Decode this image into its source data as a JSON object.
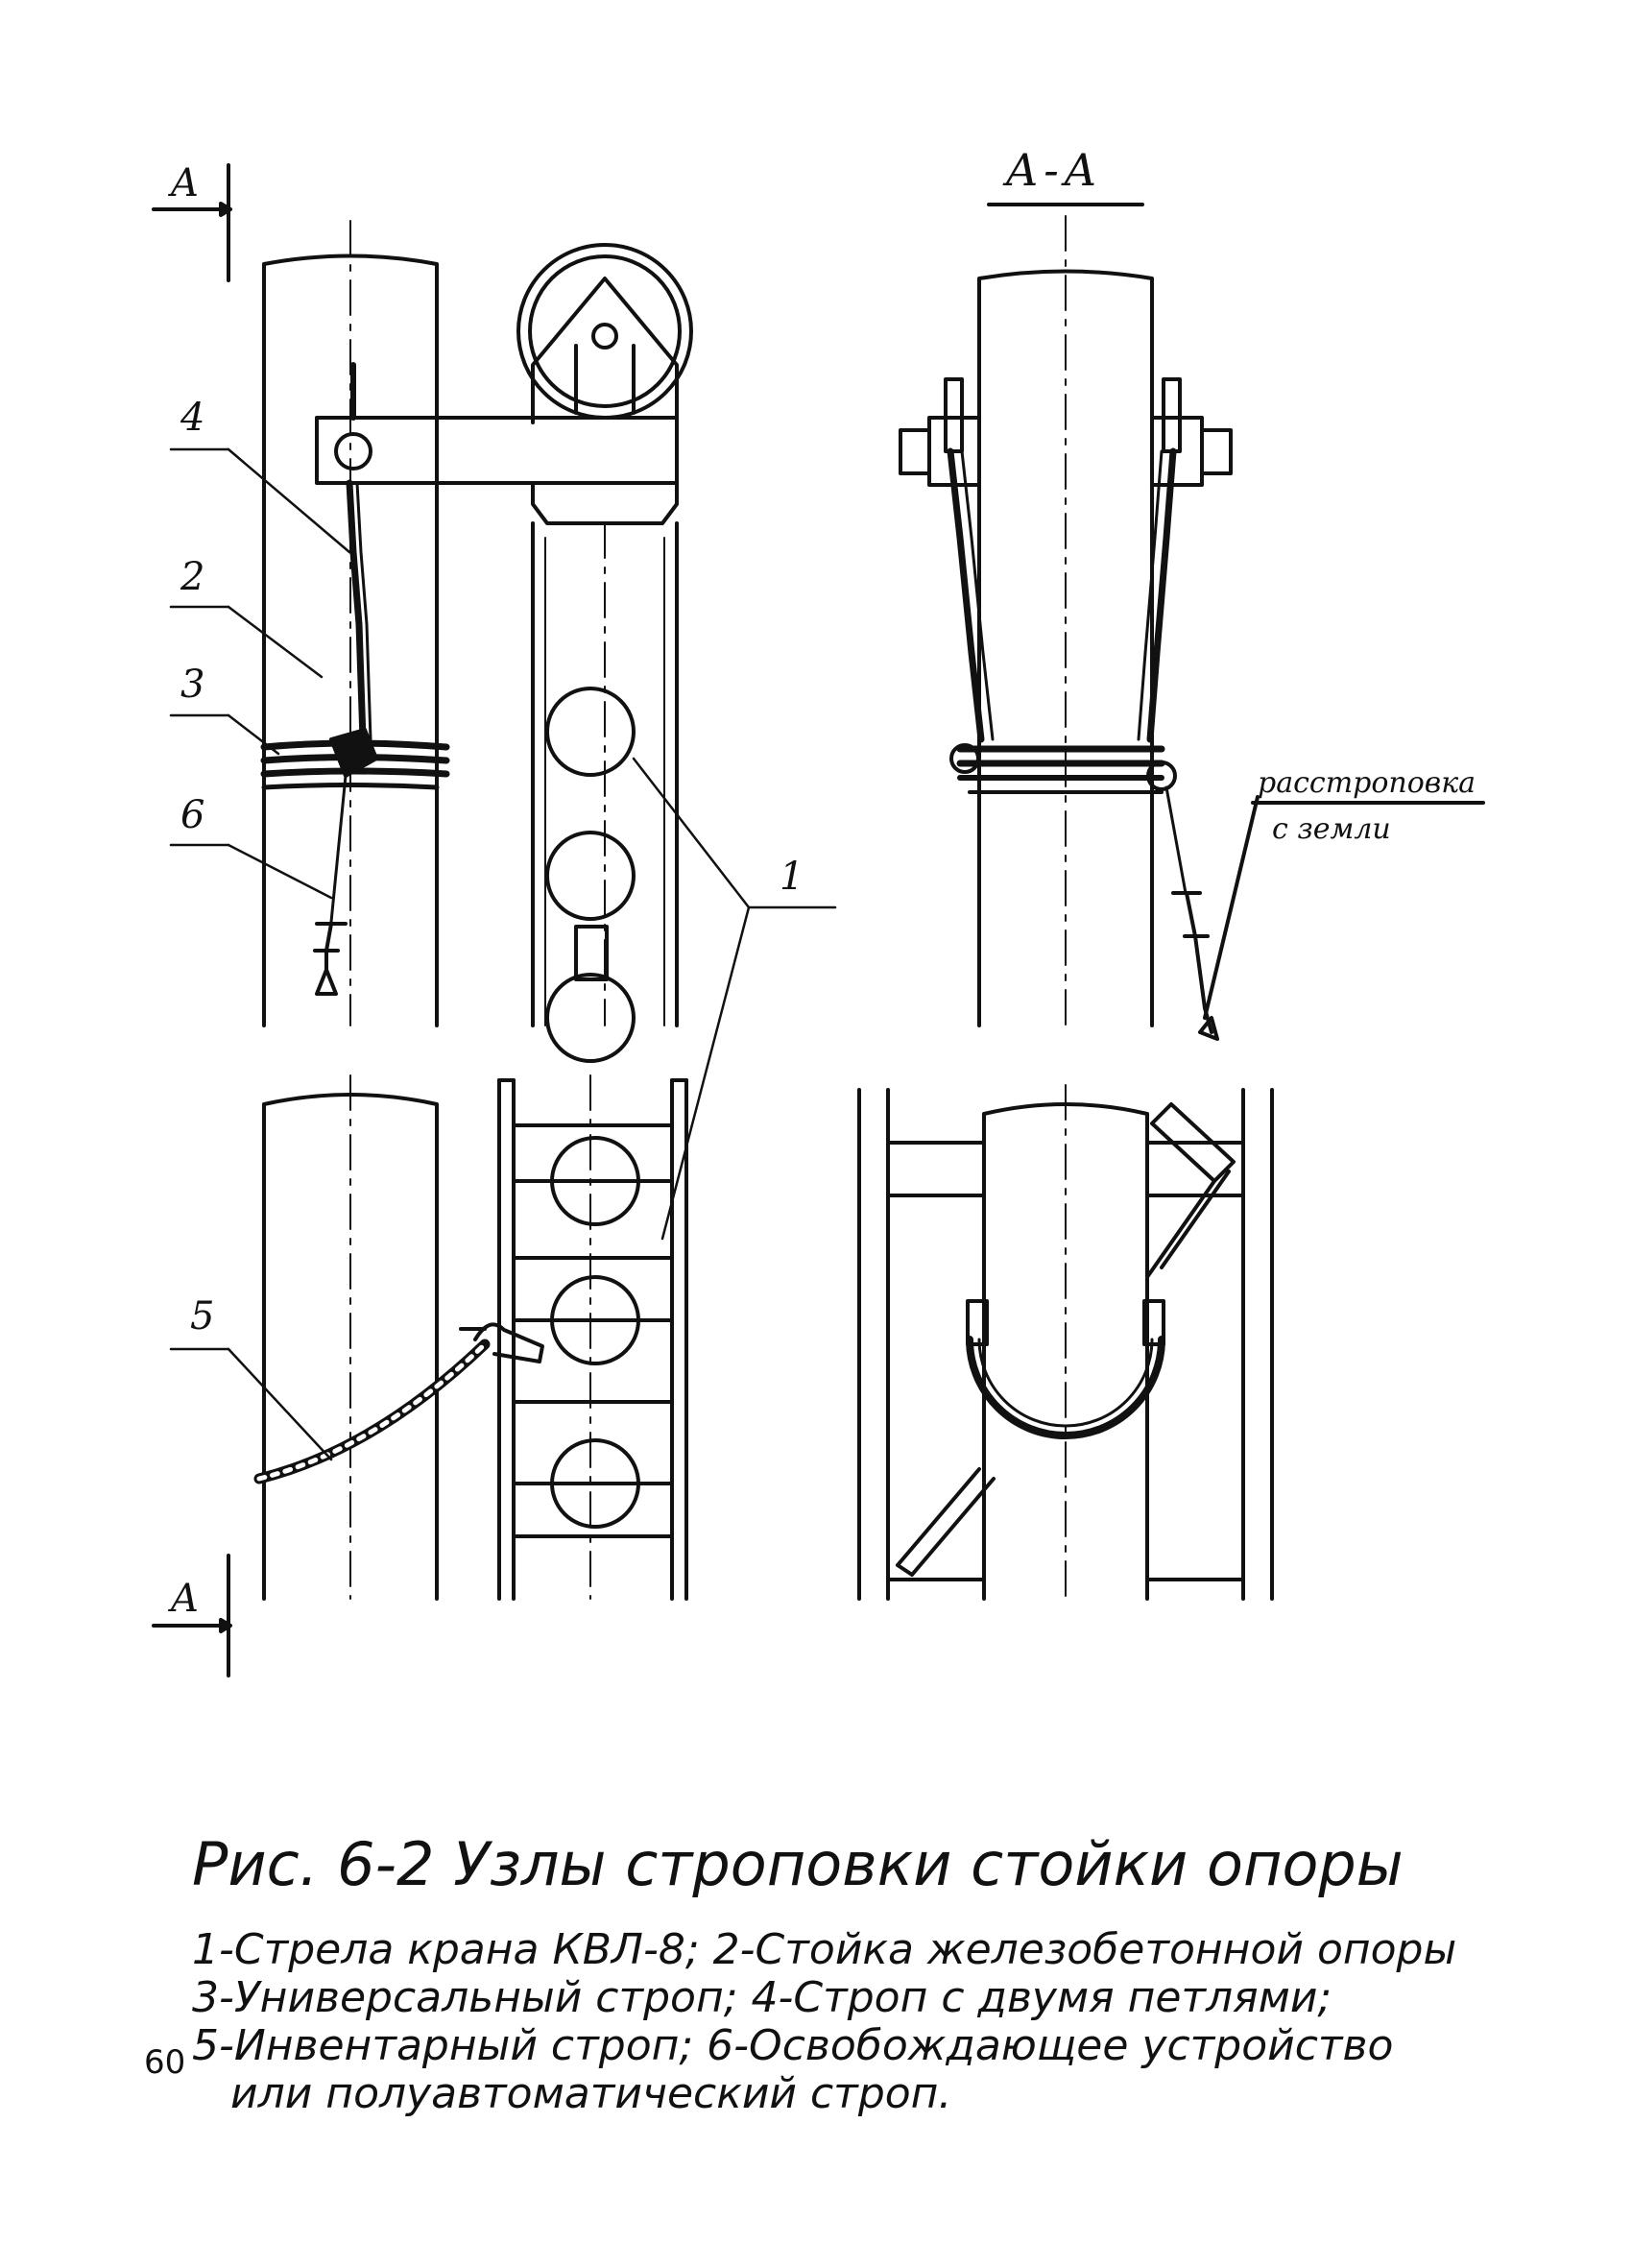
{
  "labels": {
    "section_left_top": "A",
    "section_left_bottom": "A",
    "section_view": "A-A",
    "n1": "1",
    "n2": "2",
    "n3": "3",
    "n4": "4",
    "n5": "5",
    "n6": "6",
    "note_line1": "расстроповка",
    "note_line2": "с земли"
  },
  "caption": {
    "title": "Рис. 6-2   Узлы строповки стойки опоры",
    "legend": [
      "1-Стрела крана КВЛ-8;  2-Стойка железобетонной опоры",
      "3-Универсальный строп; 4-Строп с двумя петлями;",
      "5-Инвентарный строп; 6-Освобождающее устройство",
      "или полуавтоматический строп."
    ]
  },
  "page_number": "60"
}
